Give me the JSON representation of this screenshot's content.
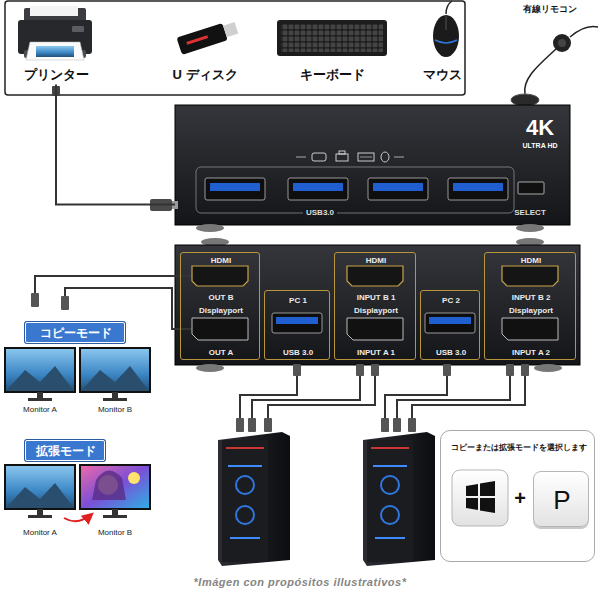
{
  "diagram": {
    "caption": "*Imágen con propósitos illustrativos*",
    "nodes": [
      {
        "text": [
          "プリンター"
        ]
      },
      {
        "text": [
          "U ディスク"
        ]
      },
      {
        "text": [
          "キーボード"
        ]
      },
      {
        "text": [
          "マウス"
        ]
      },
      {
        "text": [
          "4K",
          "ULTRA HD",
          "USB3.0",
          "SELECT"
        ]
      },
      {
        "text": [
          "HDMI",
          "OUT B",
          "Displayport",
          "OUT A"
        ]
      },
      {
        "text": [
          "PC 1",
          "USB 3.0"
        ]
      },
      {
        "text": [
          "HDMI",
          "INPUT B 1",
          "Displayport",
          "INPUT A 1"
        ]
      },
      {
        "text": [
          "PC 2",
          "USB 3.0"
        ]
      },
      {
        "text": [
          "HDMI",
          "INPUT B 2",
          "Displayport",
          "INPUT A 2"
        ]
      },
      {
        "text": [
          "コピーモード"
        ]
      },
      {
        "text": [
          "拡張モード"
        ]
      },
      {
        "text": [
          "コピーまたは拡張モードを選択します"
        ]
      },
      {
        "text": [
          "P"
        ],
        "in": 12
      }
    ],
    "edges": [
      {
        "from": 0,
        "to": 4,
        "arrow": "none"
      }
    ],
    "labels": [
      "有線リモコン",
      "Monitor A",
      "Monitor B",
      "Monitor A",
      "Monitor B",
      "+"
    ]
  }
}
